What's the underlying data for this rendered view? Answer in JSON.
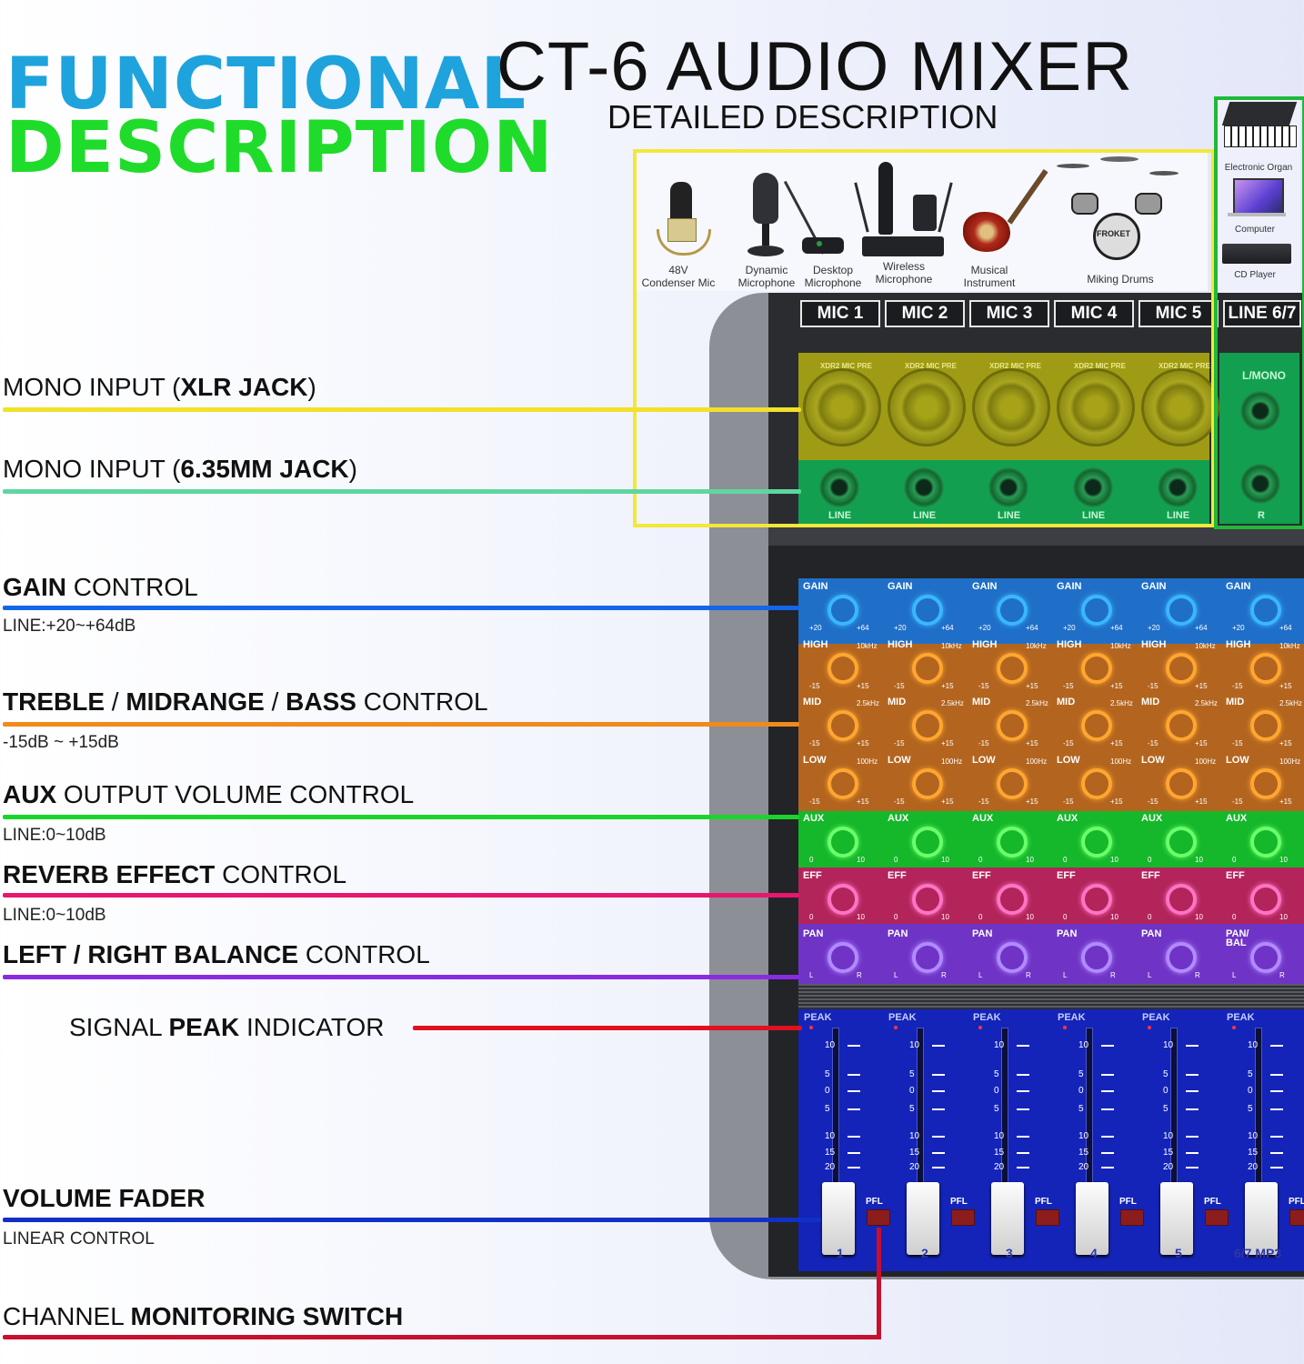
{
  "header": {
    "functional_line1": "FUNCTIONAL",
    "functional_line2": "DESCRIPTION",
    "title": "CT-6 AUDIO MIXER",
    "subtitle": "DETAILED DESCRIPTION"
  },
  "devices": {
    "condenser": "48V\nCondenser Mic",
    "dynamic": "Dynamic\nMicrophone",
    "desktop": "Desktop\nMicrophone",
    "wireless": "Wireless\nMicrophone",
    "instrument": "Musical\nInstrument",
    "drums": "Miking Drums",
    "organ": "Electronic Organ",
    "computer": "Computer",
    "cd": "CD Player",
    "brand": "FROKET"
  },
  "labels": {
    "xlr_a": "MONO INPUT (",
    "xlr_b": "XLR JACK",
    "xlr_c": ")",
    "jack_a": "MONO INPUT (",
    "jack_b": "6.35MM JACK",
    "jack_c": ")",
    "gain_a": "GAIN",
    "gain_b": " CONTROL",
    "gain_sub": "LINE:+20~+64dB",
    "eq_a": "TREBLE",
    "eq_b": " / ",
    "eq_c": "MIDRANGE",
    "eq_d": " / ",
    "eq_e": "BASS",
    "eq_f": " CONTROL",
    "eq_sub": "-15dB ~ +15dB",
    "aux_a": "AUX",
    "aux_b": " OUTPUT VOLUME CONTROL",
    "aux_sub": "LINE:0~10dB",
    "rev_a": "REVERB EFFECT",
    "rev_b": " CONTROL",
    "rev_sub": "LINE:0~10dB",
    "pan_a": "LEFT / RIGHT BALANCE",
    "pan_b": " CONTROL",
    "peak_a": "SIGNAL ",
    "peak_b": "PEAK",
    "peak_c": " INDICATOR",
    "fader_a": "VOLUME FADER",
    "fader_sub": "LINEAR CONTROL",
    "mon_a": "CHANNEL ",
    "mon_b": "MONITORING SWITCH"
  },
  "colors": {
    "yellow": "#f2e12a",
    "teal": "#5fd6a0",
    "blue": "#1466e8",
    "orange": "#f08a1c",
    "green": "#19d52b",
    "pink": "#e8176e",
    "purple": "#8a2be2",
    "red": "#e01020",
    "navy": "#1230c8",
    "crimson": "#c8102e"
  },
  "mixer": {
    "channels": [
      "MIC 1",
      "MIC 2",
      "MIC 3",
      "MIC 4",
      "MIC 5",
      "LINE 6/7"
    ],
    "xlr_text": "XDR2 MIC PRE",
    "line_text": "LINE",
    "lmono": "L/MONO",
    "r": "R",
    "gain": "GAIN",
    "gain_min": "+20",
    "gain_max": "+64",
    "high": "HIGH",
    "high_freq": "10kHz",
    "mid": "MID",
    "mid_freq": "2.5kHz",
    "low": "LOW",
    "low_freq": "100Hz",
    "eq_min": "-15",
    "eq_max": "+15",
    "aux": "AUX",
    "eff": "EFF",
    "pan": "PAN",
    "panbal": "PAN/\nBAL",
    "zero": "0",
    "ten": "10",
    "l": "L",
    "rr": "R",
    "peak": "PEAK",
    "pfl": "PFL",
    "scale": [
      "10",
      "5",
      "0",
      "5",
      "10",
      "15",
      "20"
    ],
    "fader_nums": [
      "1",
      "2",
      "3",
      "4",
      "5",
      "6/7 MP3"
    ]
  }
}
